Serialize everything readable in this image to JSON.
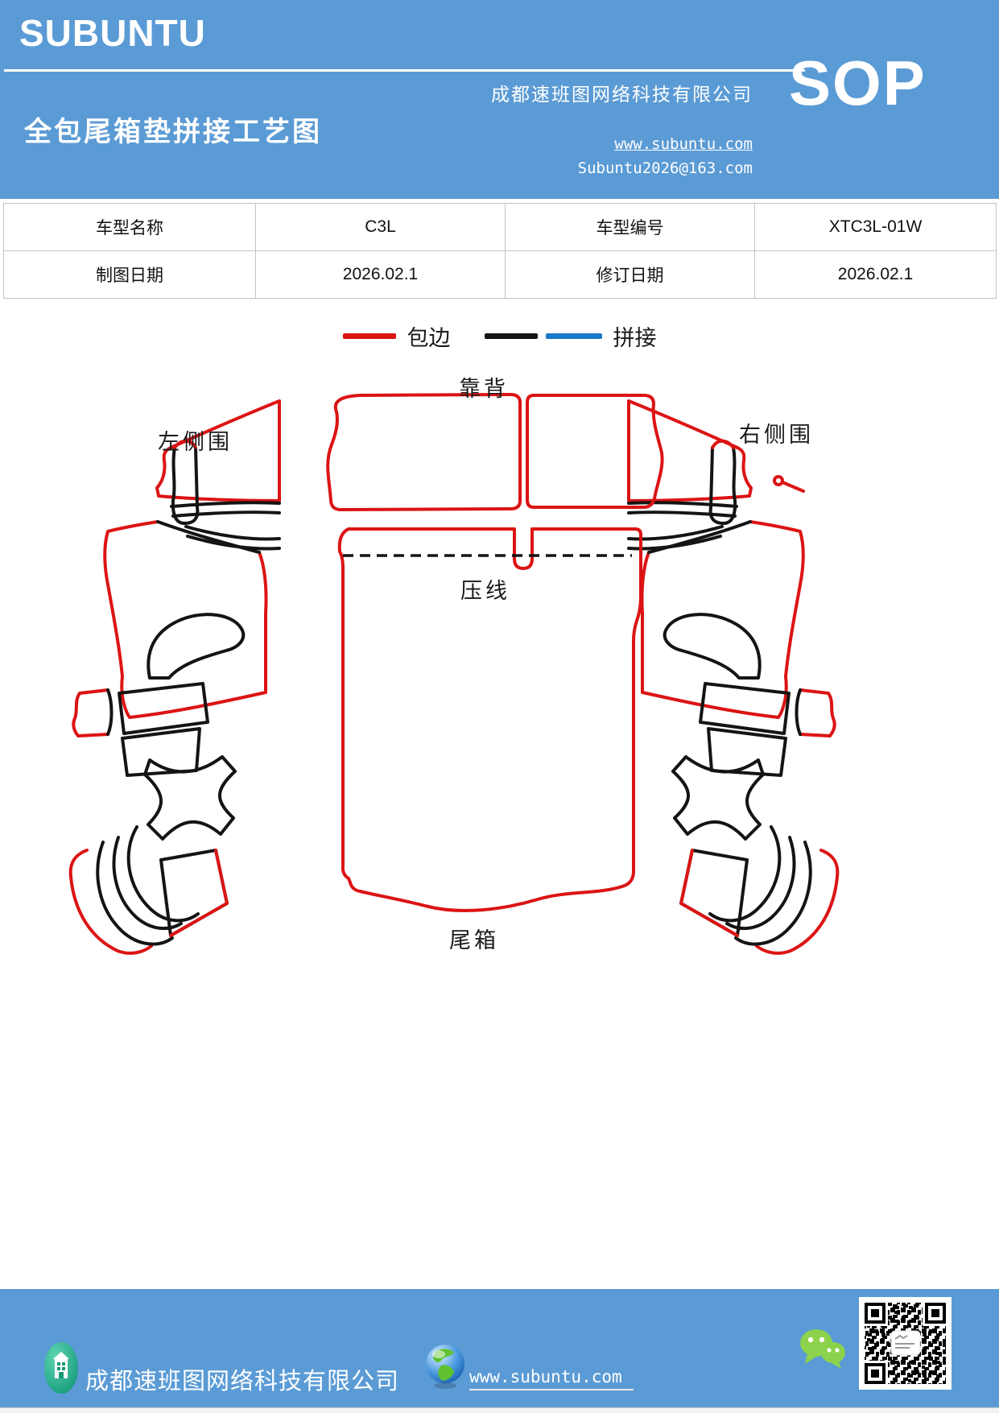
{
  "header": {
    "logo": "SUBUNTU",
    "title": "全包尾箱垫拼接工艺图",
    "company": "成都速班图网络科技有限公司",
    "sop_badge": "SOP",
    "website": "www.subuntu.com",
    "email": "Subuntu2026@163.com",
    "background_color": "#5b9bd5"
  },
  "info_table": {
    "rows": [
      {
        "label1": "车型名称",
        "value1": "C3L",
        "label2": "车型编号",
        "value2": "XTC3L-01W"
      },
      {
        "label1": "制图日期",
        "value1": "2026.02.1",
        "label2": "修订日期",
        "value2": "2026.02.1"
      }
    ]
  },
  "legend": {
    "binding_label": "包边",
    "stitch_label": "拼接",
    "binding_color": "#dc1414",
    "stitch_black_color": "#141414",
    "stitch_blue_color": "#1879c8"
  },
  "diagram": {
    "labels": {
      "backrest": "靠背",
      "left_side": "左侧围",
      "right_side": "右侧围",
      "press_line": "压线",
      "trunk": "尾箱"
    },
    "outline_red": "#dc1414",
    "outline_black": "#141414"
  },
  "footer": {
    "company": "成都速班图网络科技有限公司",
    "website": "www.subuntu.com",
    "background_color": "#5b9bd5",
    "wechat_green": "#8cd24c"
  }
}
